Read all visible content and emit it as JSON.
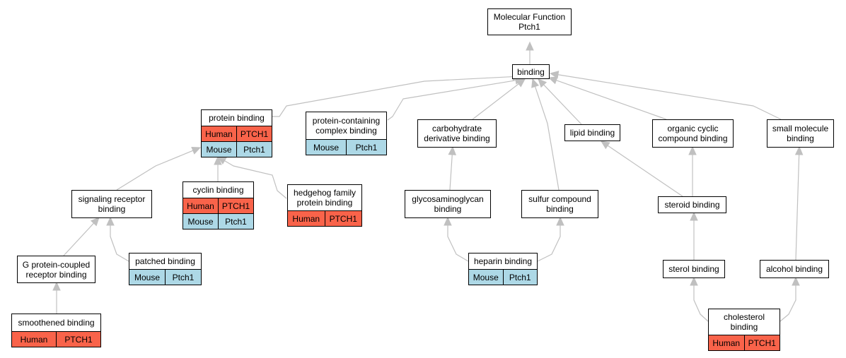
{
  "colors": {
    "edge": "#c0c0c0",
    "human": "#f9634a",
    "mouse": "#add8e6",
    "border": "#000000"
  },
  "nodes": {
    "molecular_function": {
      "label": "Molecular Function\nPtch1",
      "annotations": []
    },
    "binding": {
      "label": "binding",
      "annotations": []
    },
    "protein_binding": {
      "label": "protein binding",
      "annotations": [
        {
          "species": "Human",
          "gene": "PTCH1"
        },
        {
          "species": "Mouse",
          "gene": "Ptch1"
        }
      ]
    },
    "protein_containing_complex_binding": {
      "label": "protein-containing\ncomplex binding",
      "annotations": [
        {
          "species": "Mouse",
          "gene": "Ptch1"
        }
      ]
    },
    "carbohydrate_derivative_binding": {
      "label": "carbohydrate\nderivative binding",
      "annotations": []
    },
    "lipid_binding": {
      "label": "lipid binding",
      "annotations": []
    },
    "organic_cyclic_compound_binding": {
      "label": "organic cyclic\ncompound binding",
      "annotations": []
    },
    "small_molecule_binding": {
      "label": "small molecule\nbinding",
      "annotations": []
    },
    "signaling_receptor_binding": {
      "label": "signaling receptor\nbinding",
      "annotations": []
    },
    "cyclin_binding": {
      "label": "cyclin binding",
      "annotations": [
        {
          "species": "Human",
          "gene": "PTCH1"
        },
        {
          "species": "Mouse",
          "gene": "Ptch1"
        }
      ]
    },
    "hedgehog_family_protein_binding": {
      "label": "hedgehog family\nprotein binding",
      "annotations": [
        {
          "species": "Human",
          "gene": "PTCH1"
        }
      ]
    },
    "glycosaminoglycan_binding": {
      "label": "glycosaminoglycan\nbinding",
      "annotations": []
    },
    "sulfur_compound_binding": {
      "label": "sulfur compound\nbinding",
      "annotations": []
    },
    "steroid_binding": {
      "label": "steroid binding",
      "annotations": []
    },
    "g_protein_coupled_receptor_binding": {
      "label": "G protein-coupled\nreceptor binding",
      "annotations": []
    },
    "patched_binding": {
      "label": "patched binding",
      "annotations": [
        {
          "species": "Mouse",
          "gene": "Ptch1"
        }
      ]
    },
    "heparin_binding": {
      "label": "heparin binding",
      "annotations": [
        {
          "species": "Mouse",
          "gene": "Ptch1"
        }
      ]
    },
    "sterol_binding": {
      "label": "sterol binding",
      "annotations": []
    },
    "alcohol_binding": {
      "label": "alcohol binding",
      "annotations": []
    },
    "smoothened_binding": {
      "label": "smoothened binding",
      "annotations": [
        {
          "species": "Human",
          "gene": "PTCH1"
        }
      ]
    },
    "cholesterol_binding": {
      "label": "cholesterol\nbinding",
      "annotations": [
        {
          "species": "Human",
          "gene": "PTCH1"
        }
      ]
    }
  },
  "edges": [
    {
      "from": "binding",
      "to": "molecular_function"
    },
    {
      "from": "protein_binding",
      "to": "binding"
    },
    {
      "from": "protein_containing_complex_binding",
      "to": "binding"
    },
    {
      "from": "carbohydrate_derivative_binding",
      "to": "binding"
    },
    {
      "from": "sulfur_compound_binding",
      "to": "binding"
    },
    {
      "from": "lipid_binding",
      "to": "binding"
    },
    {
      "from": "organic_cyclic_compound_binding",
      "to": "binding"
    },
    {
      "from": "small_molecule_binding",
      "to": "binding"
    },
    {
      "from": "signaling_receptor_binding",
      "to": "protein_binding"
    },
    {
      "from": "cyclin_binding",
      "to": "protein_binding"
    },
    {
      "from": "hedgehog_family_protein_binding",
      "to": "protein_binding"
    },
    {
      "from": "glycosaminoglycan_binding",
      "to": "carbohydrate_derivative_binding"
    },
    {
      "from": "heparin_binding",
      "to": "glycosaminoglycan_binding"
    },
    {
      "from": "heparin_binding",
      "to": "sulfur_compound_binding"
    },
    {
      "from": "steroid_binding",
      "to": "lipid_binding"
    },
    {
      "from": "steroid_binding",
      "to": "organic_cyclic_compound_binding"
    },
    {
      "from": "sterol_binding",
      "to": "steroid_binding"
    },
    {
      "from": "cholesterol_binding",
      "to": "sterol_binding"
    },
    {
      "from": "cholesterol_binding",
      "to": "alcohol_binding"
    },
    {
      "from": "alcohol_binding",
      "to": "small_molecule_binding"
    },
    {
      "from": "g_protein_coupled_receptor_binding",
      "to": "signaling_receptor_binding"
    },
    {
      "from": "patched_binding",
      "to": "signaling_receptor_binding"
    },
    {
      "from": "smoothened_binding",
      "to": "g_protein_coupled_receptor_binding"
    }
  ]
}
